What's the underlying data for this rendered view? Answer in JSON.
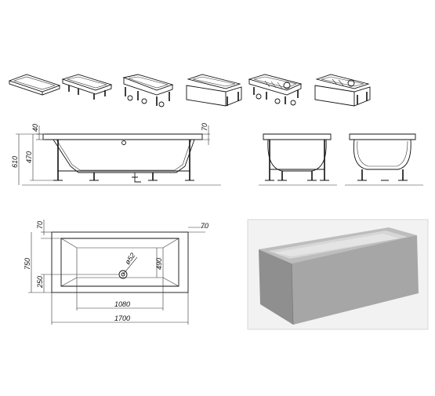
{
  "drawing": {
    "variants": [
      {
        "name": "bathtub-only"
      },
      {
        "name": "bathtub-with-frame"
      },
      {
        "name": "bathtub-with-frame-and-siphon"
      },
      {
        "name": "bathtub-with-frame-and-panel"
      },
      {
        "name": "bathtub-with-frame-and-hydromassage"
      },
      {
        "name": "bathtub-with-frame-panel-and-hydromassage"
      }
    ],
    "side_view": {
      "rim_height": "40",
      "tub_height": "470",
      "total_height": "610",
      "rim_offset": "70"
    },
    "top_view": {
      "rim_width": "70",
      "width": "750",
      "outer_rim": "70",
      "drain_diameter": "ø52",
      "inner_width": "490",
      "drain_offset": "250",
      "inner_length": "1080",
      "length": "1700"
    },
    "colors": {
      "line": "#111111",
      "render_bg": "#f2f2f2",
      "render_panel": "#a6a6a6",
      "render_interior": "#d6d6d6"
    }
  }
}
